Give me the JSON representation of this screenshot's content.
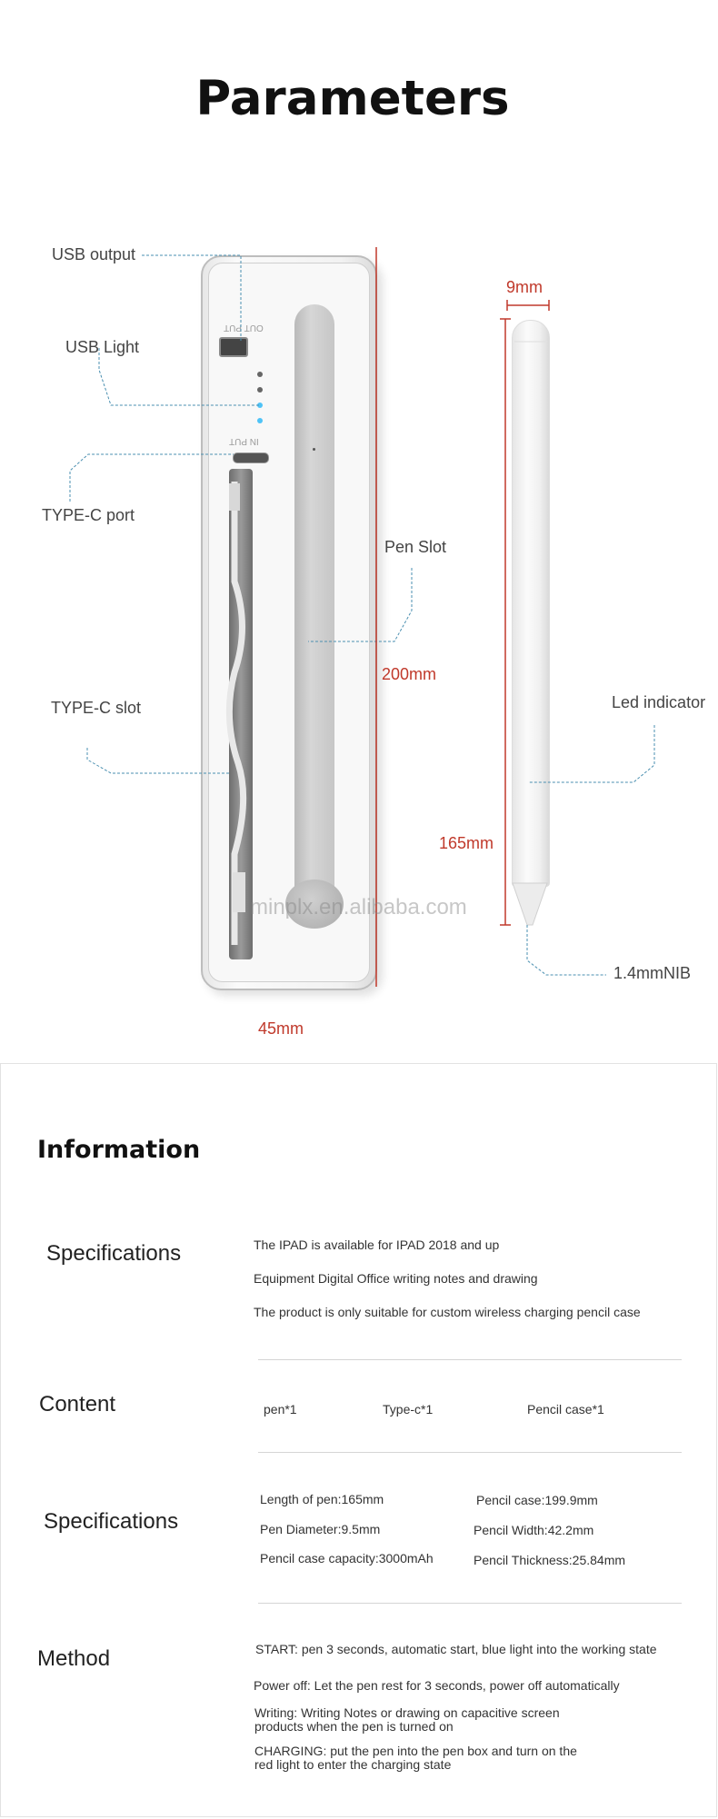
{
  "title": "Parameters",
  "diagram": {
    "labels": {
      "usb_output": "USB output",
      "usb_light": "USB Light",
      "typec_port": "TYPE-C port",
      "typec_slot": "TYPE-C slot",
      "pen_slot": "Pen Slot",
      "led_indicator": "Led indicator",
      "nib": "1.4mmNIB",
      "out_put": "OUT PUT",
      "in_put": "IN PUT"
    },
    "dimensions": {
      "case_height": "200mm",
      "case_width": "45mm",
      "pen_width": "9mm",
      "pen_length": "165mm"
    },
    "watermark": "minplx.en.alibaba.com",
    "colors": {
      "dimension": "#c0392b",
      "leader": "#4a8fb0",
      "led_blue": "#4fc3f7"
    }
  },
  "information": {
    "title": "Information",
    "specifications_1": {
      "heading": "Specifications",
      "lines": [
        "The IPAD is available for IPAD 2018 and up",
        "Equipment Digital Office writing notes and drawing",
        "The product is only suitable for custom wireless charging pencil case"
      ]
    },
    "content": {
      "heading": "Content",
      "items": [
        "pen*1",
        "Type-c*1",
        "Pencil case*1"
      ]
    },
    "specifications_2": {
      "heading": "Specifications",
      "left": [
        "Length of pen:165mm",
        "Pen Diameter:9.5mm",
        "Pencil case capacity:3000mAh"
      ],
      "right": [
        "Pencil case:199.9mm",
        "Pencil Width:42.2mm",
        "Pencil Thickness:25.84mm"
      ]
    },
    "method": {
      "heading": "Method",
      "start": "START: pen 3 seconds, automatic start, blue light into the working state",
      "power_off": "Power off: Let the pen rest for 3 seconds, power off automatically",
      "writing": "Writing: Writing Notes or drawing on capacitive screen\nproducts when the pen is turned on",
      "charging": "CHARGING: put the pen into the pen box and turn on the\nred light to enter the charging state"
    }
  }
}
